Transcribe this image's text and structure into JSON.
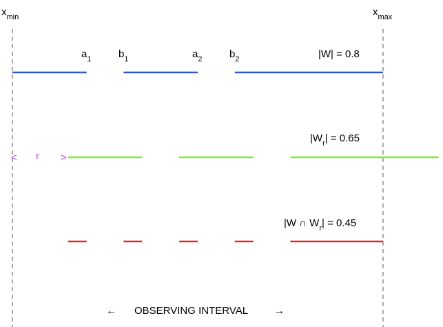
{
  "axis_bounds": {
    "x_min": {
      "base": "x",
      "sub": "min"
    },
    "x_max": {
      "base": "x",
      "sub": "max"
    }
  },
  "interval_labels": [
    {
      "base": "a",
      "sub": "1"
    },
    {
      "base": "b",
      "sub": "1"
    },
    {
      "base": "a",
      "sub": "2"
    },
    {
      "base": "b",
      "sub": "2"
    }
  ],
  "window_labels": {
    "W": "|W| = 0.8",
    "W_r": {
      "pre": "|W",
      "sub": "r",
      "post": "| = 0.65"
    },
    "W_cap_W_r": {
      "pre": "|W ∩ W",
      "sub": "r",
      "post": "| = 0.45"
    }
  },
  "shift": {
    "left": "<",
    "label": "r",
    "right": ">"
  },
  "caption": {
    "left_arrow": "←",
    "text": "OBSERVING INTERVAL",
    "right_arrow": "→"
  },
  "colors": {
    "W": "#3355cc",
    "W_r": "#77ee33",
    "intersection": "#ee2222",
    "shift": "#bb44ee",
    "guide": "#555555"
  },
  "segments": {
    "W": [
      [
        0.0,
        0.2
      ],
      [
        0.3,
        0.5
      ],
      [
        0.6,
        1.0
      ]
    ],
    "W_r": [
      [
        0.15,
        0.35
      ],
      [
        0.45,
        0.65
      ],
      [
        0.75,
        1.15
      ]
    ],
    "intersection": [
      [
        0.15,
        0.2
      ],
      [
        0.3,
        0.35
      ],
      [
        0.45,
        0.5
      ],
      [
        0.6,
        0.65
      ],
      [
        0.75,
        1.0
      ]
    ]
  }
}
